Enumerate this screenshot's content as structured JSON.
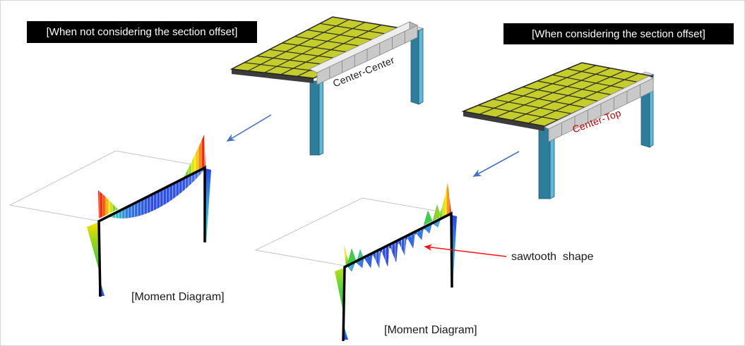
{
  "scene": {
    "background": "#ffffff",
    "left_panel": {
      "banner": "[When not considering the section offset]",
      "model_label": "Center-Center",
      "diagram_caption": "[Moment Diagram]"
    },
    "right_panel": {
      "banner": "[When considering the section offset]",
      "model_label": "Center-Top",
      "diagram_caption": "[Moment Diagram]"
    },
    "annotation": {
      "label": "sawtooth  shape"
    }
  },
  "colors": {
    "banner_bg": "#000000",
    "banner_text": "#ffffff",
    "model_label_left": "#1a1a1a",
    "model_label_right": "#c00000",
    "slab": "#c5cd2b",
    "slab_edge": "#3c3c3c",
    "grid_line": "#2a2a2a",
    "beam_top": "#ededed",
    "beam_front": "#c9c9c9",
    "beam_segment": "#8f8f8f",
    "column_dark": "#2e7d9a",
    "column_light": "#5fb9d8",
    "frame": "#000000",
    "wireframe": "#c6c6c6",
    "arrow_blue": "#4472c4",
    "arrow_red": "#ff1111",
    "moment_red": "#ff0000",
    "moment_orange": "#ff9900",
    "moment_yellow": "#ffe800",
    "moment_green": "#2ecc40",
    "moment_cyan": "#35c8e8",
    "moment_blue": "#2742ee"
  }
}
